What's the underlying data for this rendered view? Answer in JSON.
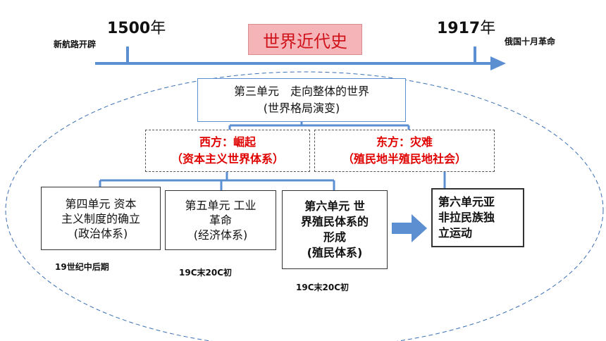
{
  "timeline": {
    "start_year": "1500",
    "start_unit": "年",
    "start_event": "新航路开辟",
    "end_year": "1917",
    "end_unit": "年",
    "end_event": "俄国十月革命",
    "title": "世界近代史"
  },
  "unit3": {
    "line1": "第三单元　走向整体的世界",
    "line2": "(世界格局演变)"
  },
  "west": {
    "line1": "西方：崛起",
    "line2": "（资本主义世界体系）"
  },
  "east": {
    "line1": "东方：灾难",
    "line2": "（殖民地半殖民地社会）"
  },
  "unit4": {
    "line1": "第四单元  资本",
    "line2": "主义制度的确立",
    "line3": "(政治体系)",
    "period": "19世纪中后期"
  },
  "unit5": {
    "line1": "第五单元  工业",
    "line2": "革命",
    "line3": "(经济体系)",
    "period": "19C末20C初"
  },
  "unit6": {
    "line1": "第六单元  世",
    "line2": "界殖民体系的",
    "line3": "形成",
    "line4": "(殖民体系)",
    "period": "19C末20C初"
  },
  "unit6b": {
    "line1": "第六单元亚",
    "line2": "非拉民族独",
    "line3": "立运动"
  },
  "colors": {
    "timeline_blue": "#5b8fd1",
    "title_bg": "#f5b5b8",
    "title_text": "#d0121b",
    "highlight_red": "#e00000",
    "ellipse_dash": "#3a6fb5"
  }
}
